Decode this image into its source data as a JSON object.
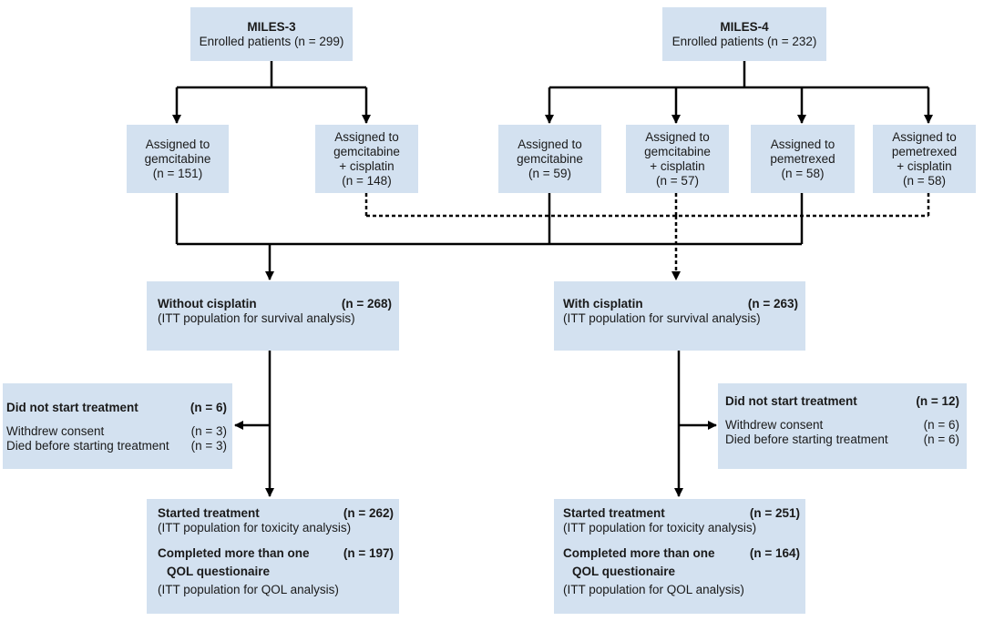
{
  "miles3": {
    "title": "MILES-3",
    "sub": "Enrolled patients (n = 299)"
  },
  "miles4": {
    "title": "MILES-4",
    "sub": "Enrolled patients (n = 232)"
  },
  "arms": [
    {
      "l1": "Assigned to",
      "l2": "gemcitabine",
      "l3": "(n = 151)",
      "l4": ""
    },
    {
      "l1": "Assigned to",
      "l2": "gemcitabine",
      "l3": "+ cisplatin",
      "l4": "(n = 148)"
    },
    {
      "l1": "Assigned to",
      "l2": "gemcitabine",
      "l3": "(n = 59)",
      "l4": ""
    },
    {
      "l1": "Assigned to",
      "l2": "gemcitabine",
      "l3": "+ cisplatin",
      "l4": "(n = 57)"
    },
    {
      "l1": "Assigned to",
      "l2": "pemetrexed",
      "l3": "(n = 58)",
      "l4": ""
    },
    {
      "l1": "Assigned to",
      "l2": "pemetrexed",
      "l3": "+ cisplatin",
      "l4": "(n = 58)"
    }
  ],
  "without": {
    "title": "Without cisplatin",
    "n": "(n = 268)",
    "sub": "(ITT population for survival analysis)"
  },
  "with": {
    "title": "With cisplatin",
    "n": "(n = 263)",
    "sub": "(ITT population for survival analysis)"
  },
  "dns_left": {
    "title": "Did not start treatment",
    "n": "(n = 6)",
    "r1": "Withdrew consent",
    "r1n": "(n = 3)",
    "r2": "Died before starting treatment",
    "r2n": "(n = 3)"
  },
  "dns_right": {
    "title": "Did not start treatment",
    "n": "(n = 12)",
    "r1": "Withdrew consent",
    "r1n": "(n = 6)",
    "r2": "Died before starting treatment",
    "r2n": "(n = 6)"
  },
  "final_left": {
    "started": "Started treatment",
    "started_n": "(n = 262)",
    "tox": "(ITT population for toxicity analysis)",
    "completed": "Completed more than one",
    "completed_n": "(n = 197)",
    "qol": "QOL questionaire",
    "qol_sub": "(ITT population for QOL analysis)"
  },
  "final_right": {
    "started": "Started treatment",
    "started_n": "(n = 251)",
    "tox": "(ITT population for toxicity analysis)",
    "completed": "Completed more than one",
    "completed_n": "(n = 164)",
    "qol": "QOL questionaire",
    "qol_sub": "(ITT population for QOL analysis)"
  }
}
